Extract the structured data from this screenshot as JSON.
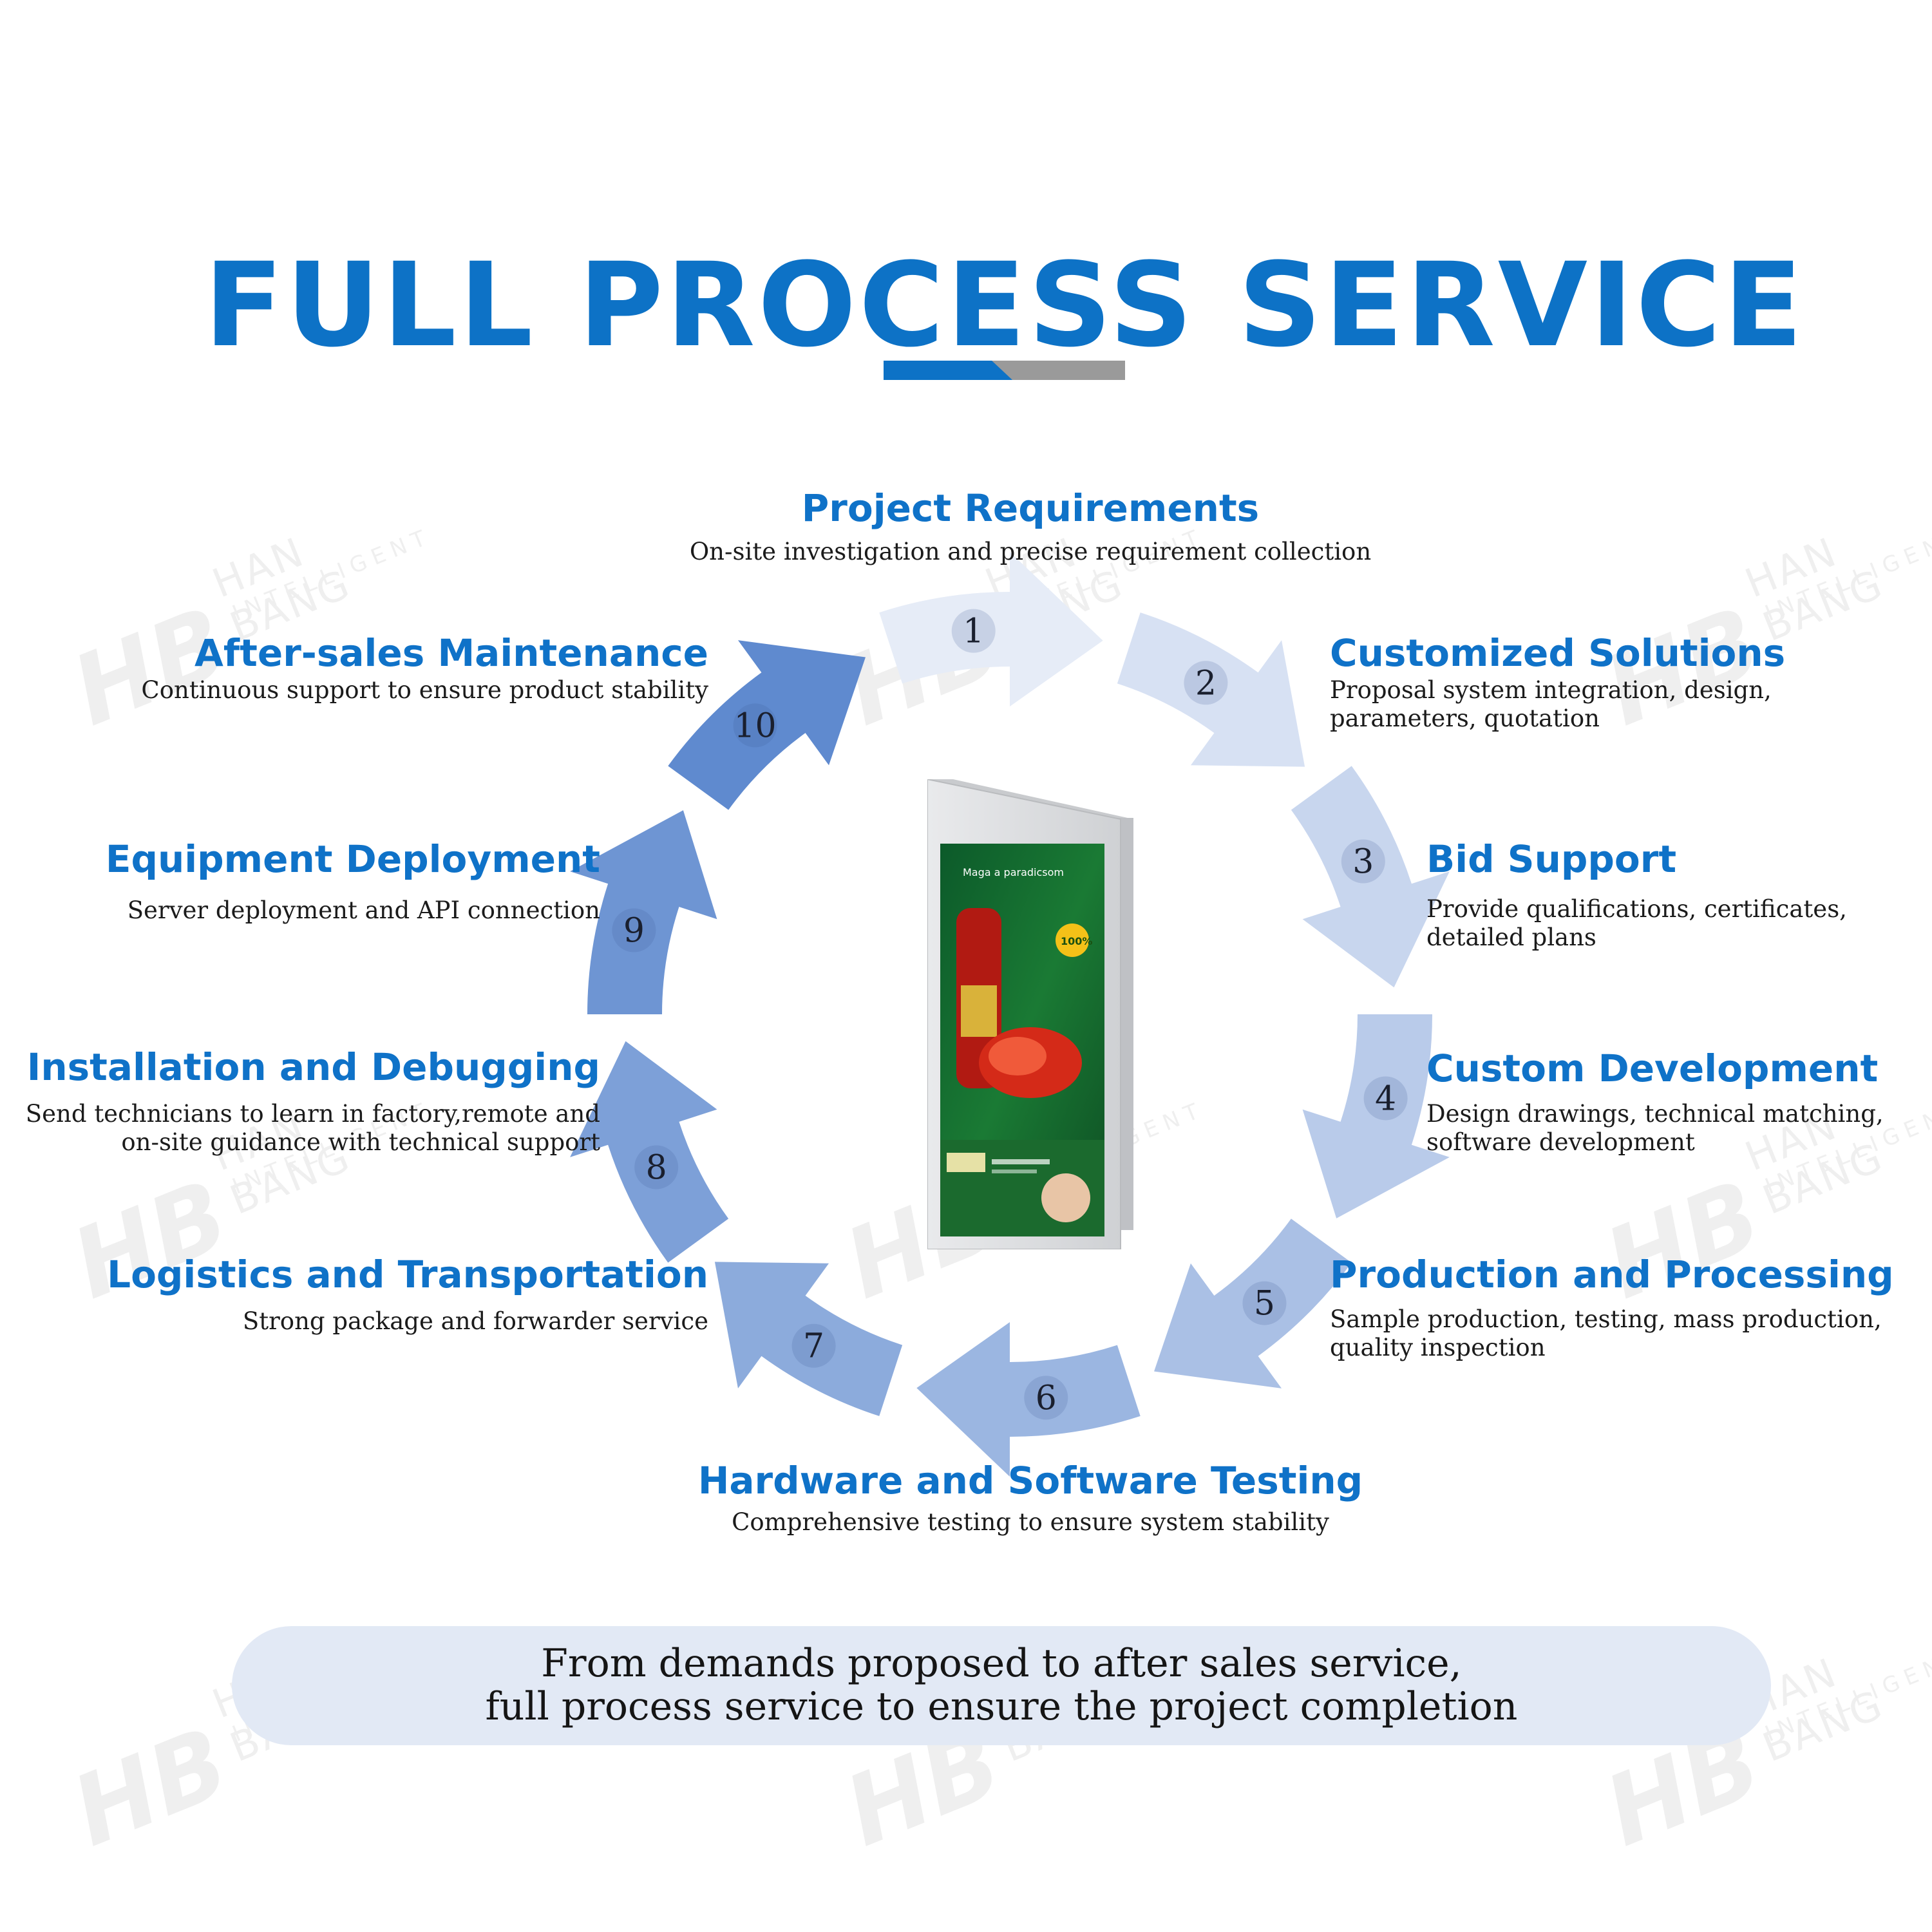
{
  "title": "FULL PROCESS SERVICE",
  "watermark": {
    "logo": "HB",
    "brand": "HAN BANG",
    "sub": "INTELLIGENT"
  },
  "steps": [
    {
      "num": "1",
      "title": "Project Requirements",
      "desc": "On-site investigation and precise requirement collection"
    },
    {
      "num": "2",
      "title": "Customized Solutions",
      "desc": "Proposal system integration, design, parameters, quotation"
    },
    {
      "num": "3",
      "title": "Bid Support",
      "desc": "Provide qualifications, certificates, detailed plans"
    },
    {
      "num": "4",
      "title": "Custom Development",
      "desc": "Design drawings, technical matching, software development"
    },
    {
      "num": "5",
      "title": "Production and Processing",
      "desc": "Sample production, testing, mass production, quality inspection"
    },
    {
      "num": "6",
      "title": "Hardware and Software Testing",
      "desc": "Comprehensive testing to ensure system stability"
    },
    {
      "num": "7",
      "title": "Logistics and Transportation",
      "desc": "Strong package and forwarder service"
    },
    {
      "num": "8",
      "title": "Installation and Debugging",
      "desc": "Send technicians to learn in factory,remote and on-site guidance with technical support"
    },
    {
      "num": "9",
      "title": "Equipment Deployment",
      "desc": "Server deployment and API connection"
    },
    {
      "num": "10",
      "title": "After-sales Maintenance",
      "desc": "Continuous support to ensure product stability"
    }
  ],
  "device": {
    "headline": "Maga a paradicsom",
    "badge": "100%"
  },
  "footer": {
    "line1": "From demands proposed to after sales service,",
    "line2": "full process service to ensure the project completion"
  },
  "colors": {
    "title": "#0d72c6",
    "accent_dark": "#0d72c6",
    "accent_gray": "#9a9a9a",
    "arrow_light": "#e6ecf7",
    "arrow_dark": "#5f8acf"
  }
}
